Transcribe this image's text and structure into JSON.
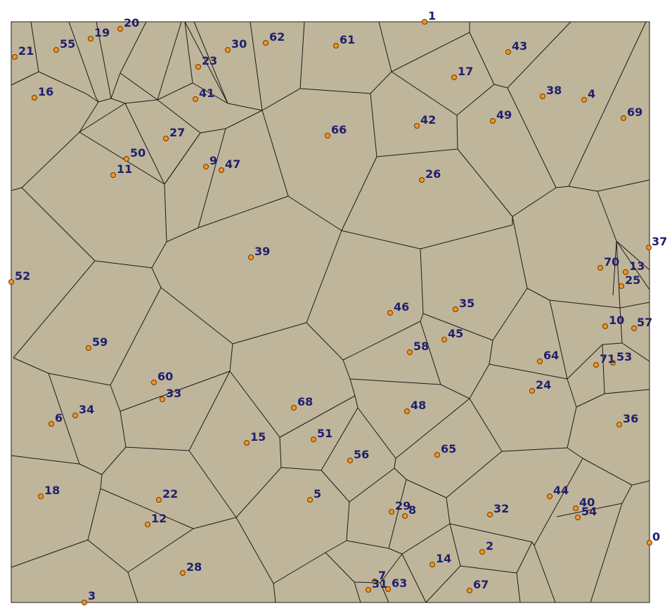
{
  "diagram": {
    "type": "voronoi",
    "background_color": "#bfb59a",
    "site_color": "#f7931e",
    "label_color": "#1f1f6e",
    "sites": [
      {
        "id": "0"
      },
      {
        "id": "1"
      },
      {
        "id": "2"
      },
      {
        "id": "3"
      },
      {
        "id": "4"
      },
      {
        "id": "5"
      },
      {
        "id": "6"
      },
      {
        "id": "7"
      },
      {
        "id": "8"
      },
      {
        "id": "9"
      },
      {
        "id": "10"
      },
      {
        "id": "11"
      },
      {
        "id": "12"
      },
      {
        "id": "13"
      },
      {
        "id": "14"
      },
      {
        "id": "15"
      },
      {
        "id": "16"
      },
      {
        "id": "17"
      },
      {
        "id": "18"
      },
      {
        "id": "19"
      },
      {
        "id": "20"
      },
      {
        "id": "21"
      },
      {
        "id": "22"
      },
      {
        "id": "23"
      },
      {
        "id": "24"
      },
      {
        "id": "25"
      },
      {
        "id": "26"
      },
      {
        "id": "27"
      },
      {
        "id": "28"
      },
      {
        "id": "29"
      },
      {
        "id": "30"
      },
      {
        "id": "31"
      },
      {
        "id": "32"
      },
      {
        "id": "33"
      },
      {
        "id": "34"
      },
      {
        "id": "35"
      },
      {
        "id": "36"
      },
      {
        "id": "37"
      },
      {
        "id": "38"
      },
      {
        "id": "39"
      },
      {
        "id": "40"
      },
      {
        "id": "41"
      },
      {
        "id": "42"
      },
      {
        "id": "43"
      },
      {
        "id": "44"
      },
      {
        "id": "45"
      },
      {
        "id": "46"
      },
      {
        "id": "47"
      },
      {
        "id": "48"
      },
      {
        "id": "49"
      },
      {
        "id": "50"
      },
      {
        "id": "51"
      },
      {
        "id": "52"
      },
      {
        "id": "53"
      },
      {
        "id": "54"
      },
      {
        "id": "55"
      },
      {
        "id": "56"
      },
      {
        "id": "57"
      },
      {
        "id": "58"
      },
      {
        "id": "59"
      },
      {
        "id": "60"
      },
      {
        "id": "61"
      },
      {
        "id": "62"
      },
      {
        "id": "63"
      },
      {
        "id": "64"
      },
      {
        "id": "65"
      },
      {
        "id": "66"
      },
      {
        "id": "67"
      },
      {
        "id": "68"
      },
      {
        "id": "69"
      },
      {
        "id": "70"
      },
      {
        "id": "71"
      }
    ]
  }
}
